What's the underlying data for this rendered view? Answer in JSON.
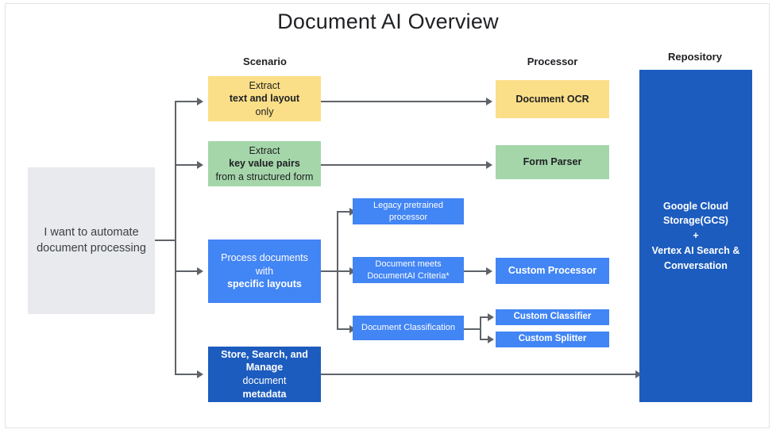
{
  "title": "Document AI Overview",
  "columns": {
    "scenario": "Scenario",
    "processor": "Processor",
    "repository": "Repository"
  },
  "input": {
    "label": "I want to automate document processing"
  },
  "scenarios": [
    {
      "id": "extract-text-layout",
      "color": "#FBDF88",
      "pre": "Extract ",
      "strong": "text and layout",
      "post": " only"
    },
    {
      "id": "extract-key-value",
      "color": "#A5D6AA",
      "pre": "Extract ",
      "strong": "key value pairs",
      "post": " from a structured form"
    },
    {
      "id": "process-specific-layouts",
      "color": "#4285F4",
      "pre": "Process documents with ",
      "strong": "specific layouts",
      "post": ""
    },
    {
      "id": "store-search-manage",
      "color": "#1C5CBE",
      "pre": "",
      "strong": "Store, Search, and Manage",
      "mid": " document ",
      "strong2": "metadata",
      "post": ""
    }
  ],
  "middle": [
    {
      "id": "legacy-pretrained",
      "label": "Legacy pretrained processor",
      "color": "#4285F4"
    },
    {
      "id": "document-meets-criteria",
      "label": "Document meets DocumentAI Criteria*",
      "color": "#4285F4"
    },
    {
      "id": "document-classification",
      "label": "Document Classification",
      "color": "#4285F4"
    }
  ],
  "processors": [
    {
      "id": "document-ocr",
      "label": "Document OCR",
      "color": "#FBDF88"
    },
    {
      "id": "form-parser",
      "label": "Form Parser",
      "color": "#A5D6AA"
    },
    {
      "id": "custom-processor",
      "label": "Custom Processor",
      "color": "#4285F4"
    },
    {
      "id": "custom-classifier",
      "label": "Custom Classifier",
      "color": "#4285F4"
    },
    {
      "id": "custom-splitter",
      "label": "Custom Splitter",
      "color": "#4285F4"
    }
  ],
  "repository": {
    "line1": "Google Cloud",
    "line2": "Storage(GCS)",
    "plus": "+",
    "line3": "Vertex AI Search &",
    "line4": "Conversation",
    "color": "#1C5CBE"
  },
  "colors": {
    "yellow": "#FBDF88",
    "green": "#A5D6AA",
    "blue": "#4285F4",
    "dark_blue": "#1C5CBE",
    "gray": "#E8EAED",
    "connector": "#5F6368",
    "text": "#202124"
  }
}
